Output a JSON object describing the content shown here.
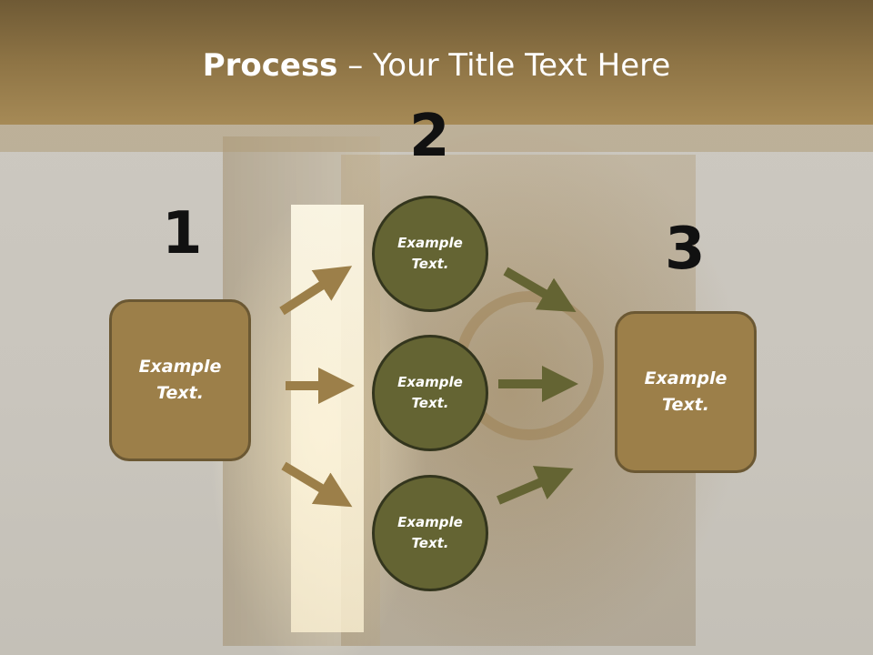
{
  "title": {
    "bold": "Process",
    "rest": " – Your Title Text Here"
  },
  "steps": [
    {
      "number": "1",
      "text": "Example Text."
    },
    {
      "number": "2",
      "items": [
        {
          "text": "Example Text."
        },
        {
          "text": "Example Text."
        },
        {
          "text": "Example Text."
        }
      ]
    },
    {
      "number": "3",
      "text": "Example Text."
    }
  ],
  "colors": {
    "header": "#8e7445",
    "box_fill": "#9c7f49",
    "circle_fill": "#646433",
    "arrow_left": "#9c7f49",
    "arrow_right": "#646433"
  }
}
